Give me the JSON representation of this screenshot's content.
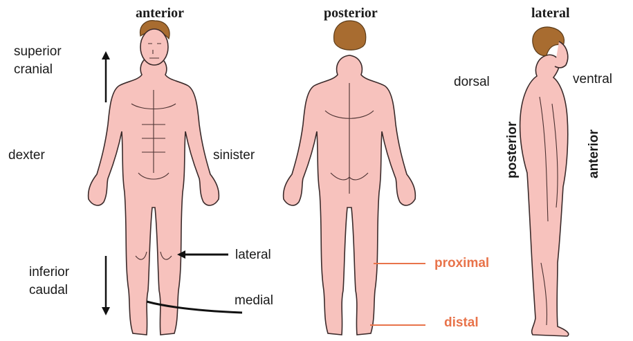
{
  "views": {
    "anterior": "anterior",
    "posterior": "posterior",
    "lateral": "lateral"
  },
  "labels": {
    "superior_line1": "superior",
    "superior_line2": "cranial",
    "inferior_line1": "inferior",
    "inferior_line2": "caudal",
    "dexter": "dexter",
    "sinister": "sinister",
    "lateral": "lateral",
    "medial": "medial",
    "proximal": "proximal",
    "distal": "distal",
    "dorsal": "dorsal",
    "ventral": "ventral",
    "side_posterior": "posterior",
    "side_anterior": "anterior"
  },
  "colors": {
    "skin": "#f7c2bd",
    "hair": "#a86c30",
    "outline": "#3a2a2a",
    "text": "#1a1a1a",
    "accent": "#e8734a"
  }
}
